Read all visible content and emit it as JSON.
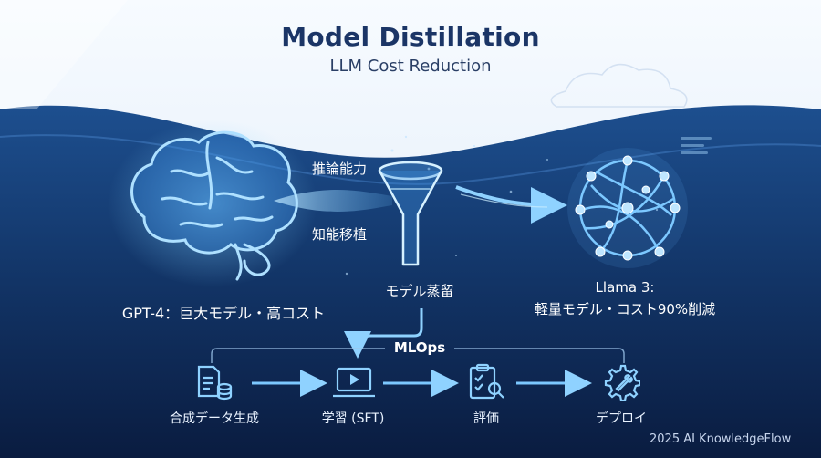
{
  "header": {
    "title": "Model Distillation",
    "subtitle": "LLM Cost Reduction"
  },
  "flow": {
    "transfer_top": "推論能力",
    "transfer_bottom": "知能移植",
    "funnel_label": "モデル蒸留"
  },
  "teacher": {
    "label": "GPT-4：巨大モデル・高コスト",
    "icon": "brain-icon"
  },
  "student": {
    "line1": "Llama 3:",
    "line2": "軽量モデル・コスト90%削減",
    "icon": "neural-network-icon"
  },
  "pipeline": {
    "title": "MLOps",
    "steps": [
      {
        "label": "合成データ生成",
        "icon": "data-document-icon"
      },
      {
        "label": "学習 (SFT)",
        "icon": "laptop-play-icon"
      },
      {
        "label": "評価",
        "icon": "clipboard-search-icon"
      },
      {
        "label": "デプロイ",
        "icon": "gear-wrench-icon"
      }
    ]
  },
  "footer": {
    "credit": "2025 AI KnowledgeFlow"
  },
  "colors": {
    "background_dark": "#0b1f45",
    "accent_blue": "#5fb8ff",
    "title_navy": "#1b3566"
  }
}
